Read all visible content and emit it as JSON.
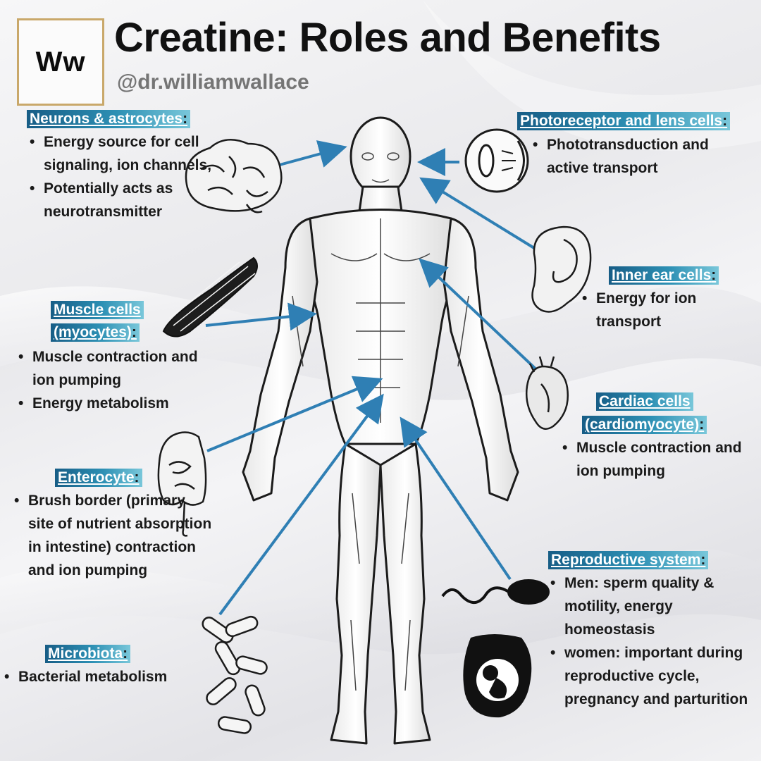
{
  "header": {
    "logo": "Ww",
    "title": "Creatine: Roles and Benefits",
    "handle": "@dr.williamwallace"
  },
  "sections": {
    "neurons": {
      "label": "Neurons & astrocytes",
      "bullets": [
        "Energy source for cell signaling, ion channels,",
        "Potentially acts as neurotransmitter"
      ]
    },
    "photoreceptor": {
      "label": "Photoreceptor and lens cells",
      "bullets": [
        "Phototransduction and active transport"
      ]
    },
    "inner_ear": {
      "label": "Inner ear cells",
      "bullets": [
        "Energy for ion transport"
      ]
    },
    "muscle": {
      "label_line1": "Muscle cells",
      "label_line2": "(myocytes)",
      "bullets": [
        "Muscle contraction and ion pumping",
        "Energy metabolism"
      ]
    },
    "cardiac": {
      "label_line1": "Cardiac cells",
      "label_line2": "(cardiomyocyte)",
      "bullets": [
        "Muscle contraction and ion pumping"
      ]
    },
    "enterocyte": {
      "label": "Enterocyte",
      "bullets": [
        "Brush border (primary site of nutrient absorption in intestine) contraction and ion pumping"
      ]
    },
    "reproductive": {
      "label": "Reproductive system",
      "bullets": [
        "Men: sperm quality & motility, energy homeostasis",
        "women: important during reproductive cycle, pregnancy and parturition"
      ]
    },
    "microbiota": {
      "label": "Microbiota",
      "bullets": [
        "Bacterial metabolism"
      ]
    }
  },
  "icons": [
    "brain-icon",
    "eye-icon",
    "ear-icon",
    "muscle-fiber-icon",
    "heart-icon",
    "intestine-icon",
    "sperm-icon",
    "pregnancy-icon",
    "bacteria-icon",
    "human-anatomy-figure"
  ],
  "colors": {
    "label_dark": "#175d86",
    "label_mid": "#2d90b4",
    "label_light": "#79c7da",
    "arrow": "#2f7fb4",
    "logo_border": "#c9a86a"
  }
}
